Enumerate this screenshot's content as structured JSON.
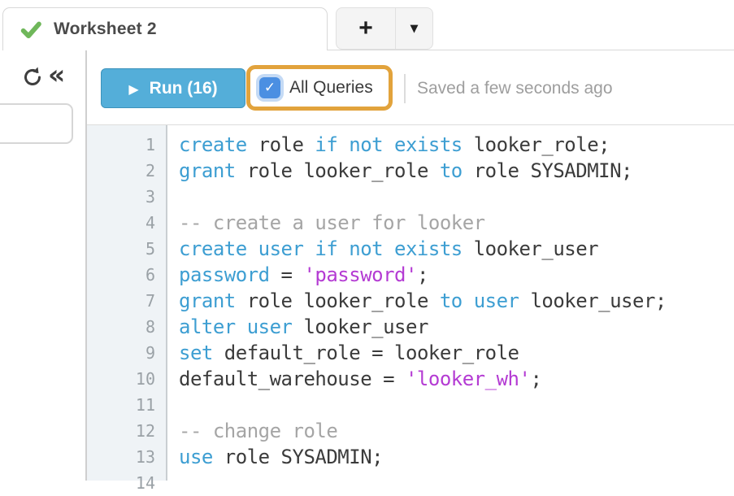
{
  "tab_bar": {
    "active_tab": {
      "label": "Worksheet 2",
      "status_icon": "green-check"
    },
    "new_tab_label": "+",
    "tab_menu_label": "▼"
  },
  "toolbar": {
    "run_label": "Run (16)",
    "play_glyph": "▶",
    "all_queries_label": "All Queries",
    "all_queries_checked": true,
    "checkbox_glyph": "✓",
    "saved_status": "Saved a few seconds ago"
  },
  "sidebar": {
    "refresh_icon": "circular-refresh-arrow",
    "collapse_glyph": "«",
    "search_box_value": "",
    "search_box_placeholder": ""
  },
  "colors": {
    "run_button": "#54aed9",
    "run_button_border": "#3c92bb",
    "highlight_orange": "#e2a33c",
    "checkbox_blue": "#4b8fe2",
    "check_green": "#6fb75a",
    "keyword": "#3d9ed2",
    "string": "#b43bd3",
    "comment": "#a5a5a5",
    "plain_text": "#3b3b3b",
    "gutter_bg": "#eff3f6"
  },
  "editor": {
    "lines": [
      {
        "number": "1",
        "tokens": [
          {
            "text": "create",
            "type": "keyword"
          },
          {
            "text": " role ",
            "type": "plain"
          },
          {
            "text": "if not exists",
            "type": "keyword"
          },
          {
            "text": " looker_role;",
            "type": "plain"
          }
        ]
      },
      {
        "number": "2",
        "tokens": [
          {
            "text": "grant",
            "type": "keyword"
          },
          {
            "text": " role looker_role ",
            "type": "plain"
          },
          {
            "text": "to",
            "type": "keyword"
          },
          {
            "text": " role SYSADMIN;",
            "type": "plain"
          }
        ]
      },
      {
        "number": "3",
        "tokens": []
      },
      {
        "number": "4",
        "tokens": [
          {
            "text": "-- create a user for looker",
            "type": "comment"
          }
        ]
      },
      {
        "number": "5",
        "tokens": [
          {
            "text": "create user if not exists",
            "type": "keyword"
          },
          {
            "text": " looker_user",
            "type": "plain"
          }
        ]
      },
      {
        "number": "6",
        "tokens": [
          {
            "text": "password",
            "type": "keyword"
          },
          {
            "text": " = ",
            "type": "plain"
          },
          {
            "text": "'password'",
            "type": "string"
          },
          {
            "text": ";",
            "type": "plain"
          }
        ]
      },
      {
        "number": "7",
        "tokens": [
          {
            "text": "grant",
            "type": "keyword"
          },
          {
            "text": " role looker_role ",
            "type": "plain"
          },
          {
            "text": "to user",
            "type": "keyword"
          },
          {
            "text": " looker_user;",
            "type": "plain"
          }
        ]
      },
      {
        "number": "8",
        "tokens": [
          {
            "text": "alter user",
            "type": "keyword"
          },
          {
            "text": " looker_user",
            "type": "plain"
          }
        ]
      },
      {
        "number": "9",
        "tokens": [
          {
            "text": "set",
            "type": "keyword"
          },
          {
            "text": " default_role = looker_role",
            "type": "plain"
          }
        ]
      },
      {
        "number": "10",
        "tokens": [
          {
            "text": "default_warehouse = ",
            "type": "plain"
          },
          {
            "text": "'looker_wh'",
            "type": "string"
          },
          {
            "text": ";",
            "type": "plain"
          }
        ]
      },
      {
        "number": "11",
        "tokens": []
      },
      {
        "number": "12",
        "tokens": [
          {
            "text": "-- change role",
            "type": "comment"
          }
        ]
      },
      {
        "number": "13",
        "tokens": [
          {
            "text": "use",
            "type": "keyword"
          },
          {
            "text": " role SYSADMIN;",
            "type": "plain"
          }
        ]
      },
      {
        "number": "14",
        "tokens": []
      }
    ]
  }
}
